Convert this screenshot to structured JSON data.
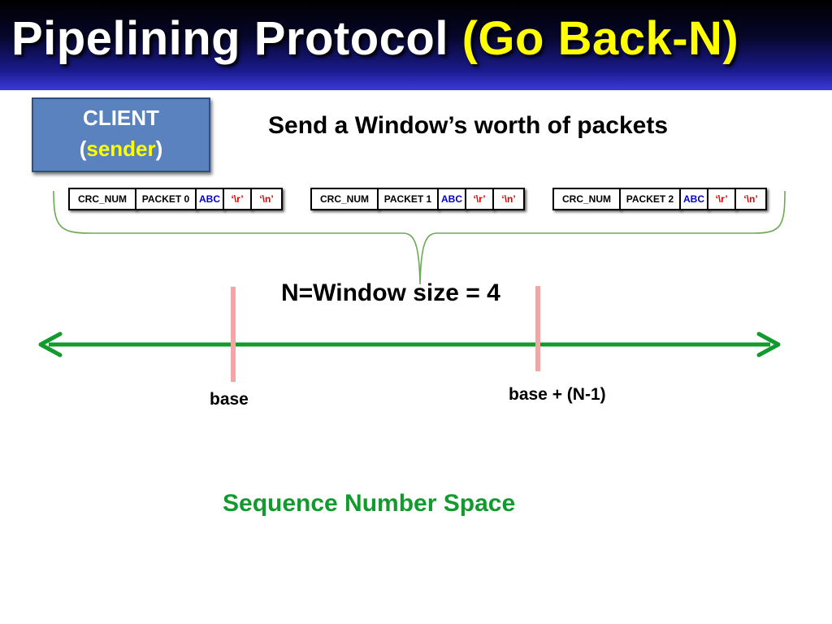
{
  "title": {
    "main": "Pipelining Protocol",
    "accent": "(Go Back-N)"
  },
  "client": {
    "line1": "CLIENT",
    "open_paren": "(",
    "role": "sender",
    "close_paren": ")"
  },
  "caption": "Send a Window’s worth of packets",
  "packets": [
    {
      "crc": "CRC_NUM",
      "name": "PACKET 0",
      "data": "ABC",
      "cr": "‘\\r’",
      "lf": "‘\\n’"
    },
    {
      "crc": "CRC_NUM",
      "name": "PACKET 1",
      "data": "ABC",
      "cr": "‘\\r’",
      "lf": "‘\\n’"
    },
    {
      "crc": "CRC_NUM",
      "name": "PACKET 2",
      "data": "ABC",
      "cr": "‘\\r’",
      "lf": "‘\\n’"
    }
  ],
  "window_label": "N=Window size = 4",
  "markers": {
    "base": "base",
    "top": "base + (N-1)"
  },
  "footer": "Sequence Number Space",
  "colors": {
    "title_bg": "#1a1a8c",
    "accent": "#ffff00",
    "client_box": "#5a82bf",
    "axis": "#139a2e",
    "marker": "#f4a6a6",
    "data_blue": "#0000cc",
    "escape_red": "#e00000"
  }
}
